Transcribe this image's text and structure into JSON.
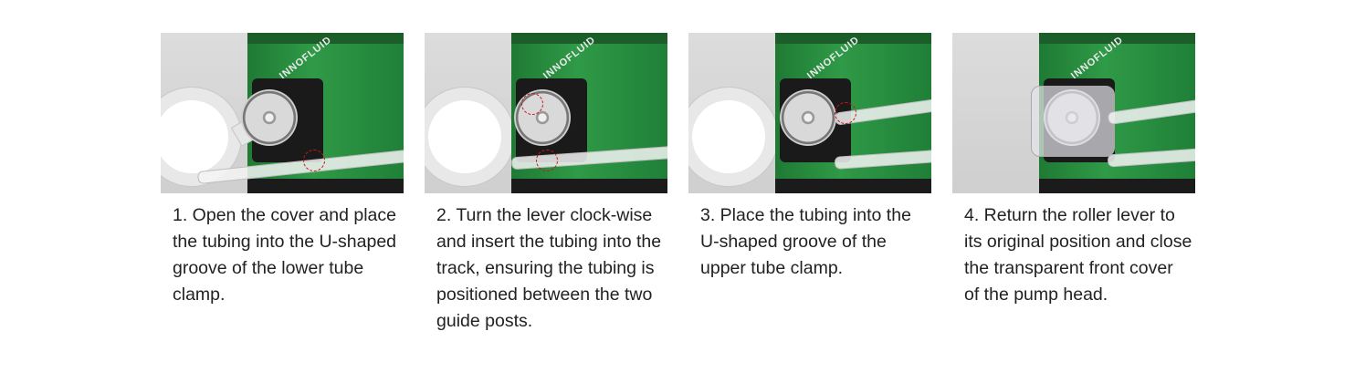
{
  "brand_text": "INNOFLUID",
  "steps": [
    {
      "text": "1. Open the cover and place the tubing into the U-shaped groove of the lower tube clamp."
    },
    {
      "text": "2. Turn the lever clock-wise and insert the tubing into the track, ensuring the tubing is positioned between the two guide posts."
    },
    {
      "text": "3. Place the tubing into the U-shaped groove of the upper tube clamp."
    },
    {
      "text": "4. Return the roller lever to its original position and close the transparent front cover of the pump head."
    }
  ],
  "colors": {
    "pump_green": "#2f9a47",
    "highlight_red": "#d0131b"
  }
}
